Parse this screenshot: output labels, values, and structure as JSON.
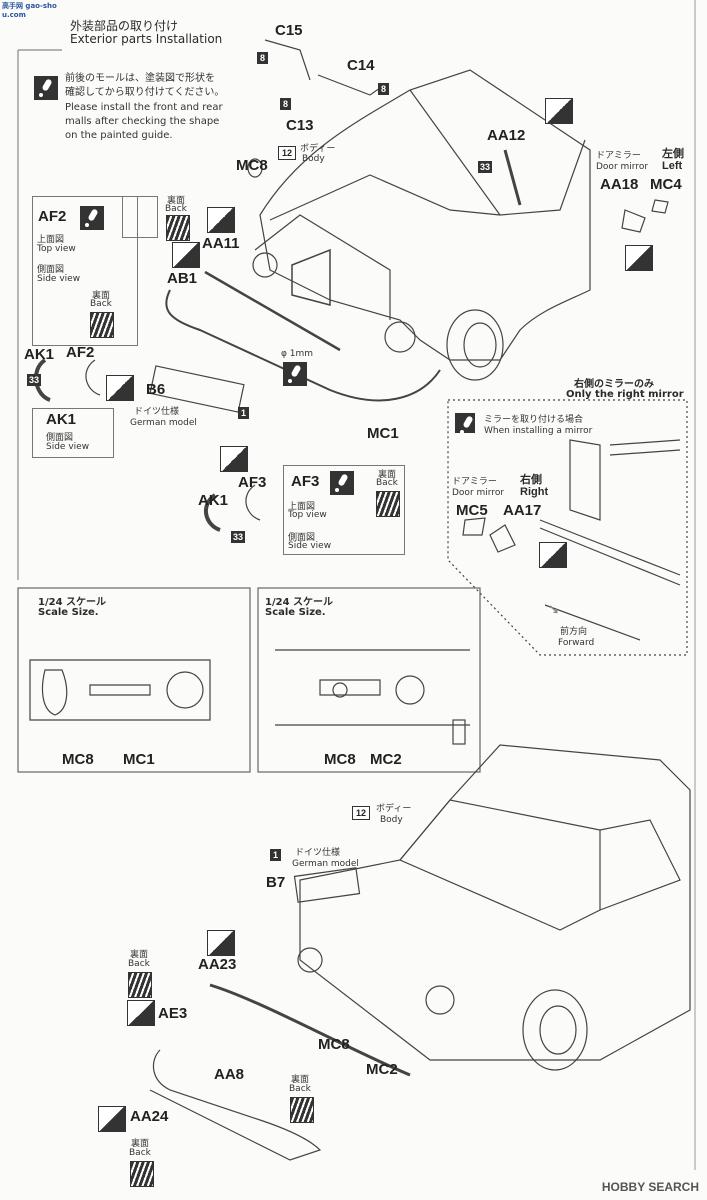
{
  "header": {
    "logo": "高手网 gao-shou.com",
    "title_jp": "外装部品の取り付け",
    "title_en": "Exterior parts Installation"
  },
  "note_top": {
    "jp": [
      "前後のモールは、塗装図で形状を",
      "確認してから取り付けてください。"
    ],
    "en": [
      "Please install the front and rear",
      "malls after checking the shape",
      "on the painted guide."
    ]
  },
  "parts": {
    "c15": "C15",
    "c14": "C14",
    "c13": "C13",
    "mc8": "MC8",
    "aa12": "AA12",
    "aa18": "AA18",
    "mc4": "MC4",
    "aa11": "AA11",
    "ab1": "AB1",
    "ak1": "AK1",
    "af2": "AF2",
    "b6": "B6",
    "mc1": "MC1",
    "af3": "AF3",
    "mc5": "MC5",
    "aa17": "AA17",
    "mc2": "MC2",
    "b7": "B7",
    "aa23": "AA23",
    "ae3": "AE3",
    "aa8": "AA8",
    "aa24": "AA24"
  },
  "badges": {
    "eight": "8",
    "twelve": "12",
    "thirtythree": "33",
    "one": "1"
  },
  "labels": {
    "body_jp": "ボディー",
    "body_en": "Body",
    "door_mirror_jp": "ドアミラー",
    "door_mirror_en": "Door mirror",
    "left_jp": "左側",
    "left_en": "Left",
    "right_jp": "右側",
    "right_en": "Right",
    "back_jp": "裏面",
    "back_en": "Back",
    "top_view_jp": "上面図",
    "top_view_en": "Top view",
    "side_view_jp": "側面図",
    "side_view_en": "Side view",
    "german_jp": "ドイツ仕様",
    "german_en": "German model",
    "drill": "φ 1mm",
    "only_right_jp": "右側のミラーのみ",
    "only_right_en": "Only the right mirror",
    "install_mirror_jp": "ミラーを取り付ける場合",
    "install_mirror_en": "When installing a mirror",
    "forward_jp": "前方向",
    "forward_en": "Forward",
    "scale_jp": "1/24 スケール",
    "scale_en": "Scale Size."
  },
  "footer": "HOBBY SEARCH"
}
